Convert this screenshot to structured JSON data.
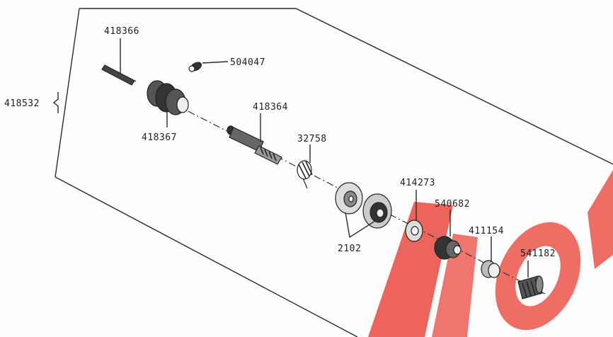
{
  "diagram": {
    "assembly_label": "418532",
    "parts": [
      {
        "id": "418366"
      },
      {
        "id": "504047"
      },
      {
        "id": "418367"
      },
      {
        "id": "418364"
      },
      {
        "id": "32758"
      },
      {
        "id": "2102"
      },
      {
        "id": "414273"
      },
      {
        "id": "540682"
      },
      {
        "id": "411154"
      },
      {
        "id": "541182"
      }
    ],
    "colors": {
      "linework": "#222222",
      "watermark": "#e8362b",
      "background": "#fdfdfd"
    }
  }
}
